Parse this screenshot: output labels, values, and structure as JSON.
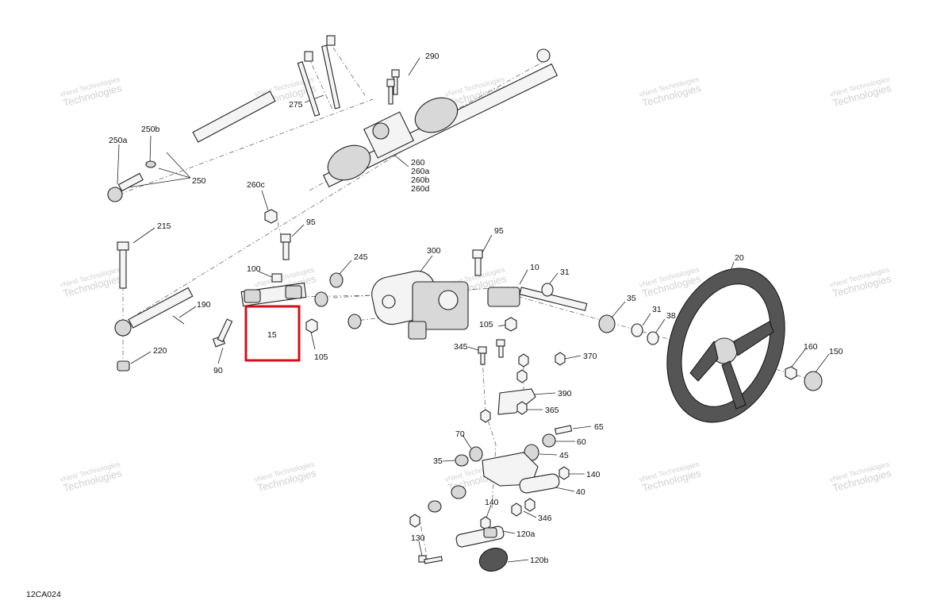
{
  "diagram": {
    "code": "12CA024",
    "watermark": "vNext Technologies",
    "highlight_color": "#d0101a",
    "highlighted_part": "15",
    "labels": {
      "l290": "290",
      "l275": "275",
      "l250a": "250a",
      "l250b": "250b",
      "l250": "250",
      "l260": "260",
      "l260a": "260a",
      "l260b": "260b",
      "l260d": "260d",
      "l260c": "260c",
      "l215": "215",
      "l95a": "95",
      "l95b": "95",
      "l245": "245",
      "l300": "300",
      "l10": "10",
      "l31a": "31",
      "l20": "20",
      "l100": "100",
      "l190": "190",
      "l15": "15",
      "l105a": "105",
      "l105b": "105",
      "l90": "90",
      "l220": "220",
      "l35a": "35",
      "l31b": "31",
      "l38": "38",
      "l160": "160",
      "l150": "150",
      "l345": "345",
      "l370": "370",
      "l390": "390",
      "l365": "365",
      "l65": "65",
      "l70": "70",
      "l60": "60",
      "l45": "45",
      "l35b": "35",
      "l140a": "140",
      "l40": "40",
      "l140b": "140",
      "l346": "346",
      "l130": "130",
      "l120a": "120a",
      "l120b": "120b"
    }
  }
}
